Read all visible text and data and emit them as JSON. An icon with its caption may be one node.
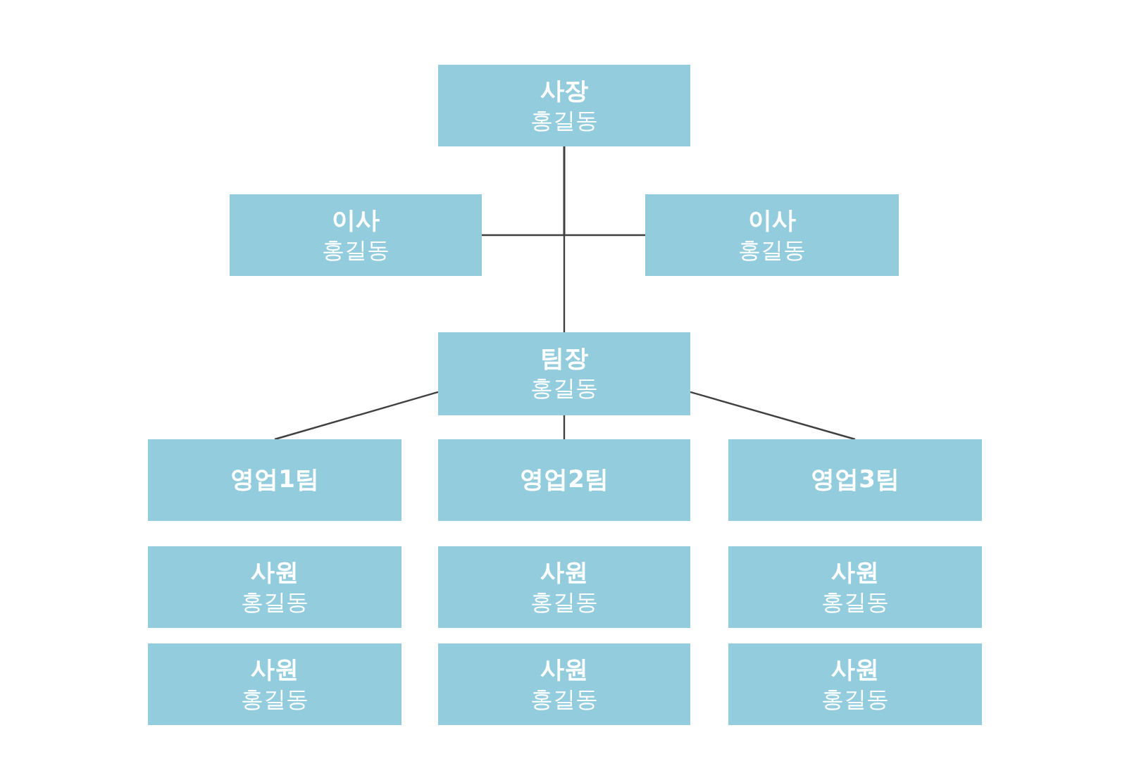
{
  "diagram": {
    "nodes": [
      {
        "text": [
          "사장",
          "홍길동"
        ]
      },
      {
        "text": [
          "이사",
          "홍길동"
        ]
      },
      {
        "text": [
          "이사",
          "홍길동"
        ]
      },
      {
        "text": [
          "팀장",
          "홍길동"
        ]
      },
      {
        "text": [
          "영업1팀"
        ]
      },
      {
        "text": [
          "영업2팀"
        ]
      },
      {
        "text": [
          "영업3팀"
        ]
      },
      {
        "text": [
          "사원",
          "홍길동"
        ]
      },
      {
        "text": [
          "사원",
          "홍길동"
        ]
      },
      {
        "text": [
          "사원",
          "홍길동"
        ]
      },
      {
        "text": [
          "사원",
          "홍길동"
        ]
      },
      {
        "text": [
          "사원",
          "홍길동"
        ]
      },
      {
        "text": [
          "사원",
          "홍길동"
        ]
      }
    ],
    "edges": [
      {
        "from": 0,
        "to": 1,
        "arrow": "none"
      },
      {
        "from": 0,
        "to": 2,
        "arrow": "none"
      },
      {
        "from": 0,
        "to": 3,
        "arrow": "none"
      },
      {
        "from": 3,
        "to": 4,
        "arrow": "none"
      },
      {
        "from": 3,
        "to": 5,
        "arrow": "none"
      },
      {
        "from": 3,
        "to": 6,
        "arrow": "none"
      }
    ]
  }
}
